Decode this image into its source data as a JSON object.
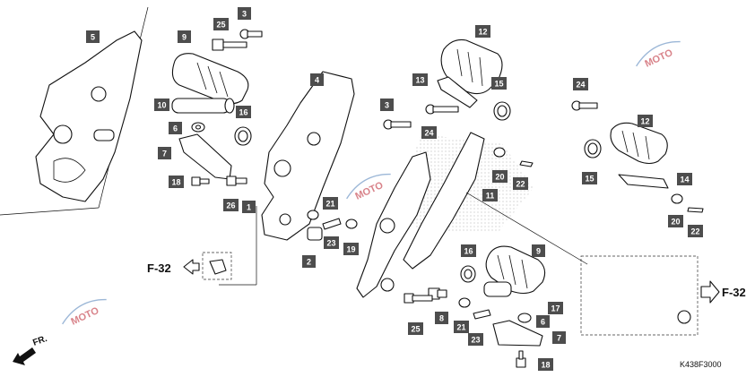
{
  "diagram": {
    "drawing_code": "K438F3000",
    "front_indicator": "FR.",
    "reference_label": "F-32",
    "watermark_text": "MOTO",
    "colors": {
      "callout_fill": "#4d4d4d",
      "callout_text": "#ffffff",
      "line": "#111111",
      "watermark_red": "#b91d2a",
      "watermark_blue": "#3a6fb0"
    },
    "callouts": [
      {
        "id": "c5",
        "label": "5"
      },
      {
        "id": "c9a",
        "label": "9"
      },
      {
        "id": "c25a",
        "label": "25"
      },
      {
        "id": "c3a",
        "label": "3"
      },
      {
        "id": "c4",
        "label": "4"
      },
      {
        "id": "c10",
        "label": "10"
      },
      {
        "id": "c16a",
        "label": "16"
      },
      {
        "id": "c6a",
        "label": "6"
      },
      {
        "id": "c7a",
        "label": "7"
      },
      {
        "id": "c18a",
        "label": "18"
      },
      {
        "id": "c26",
        "label": "26"
      },
      {
        "id": "c1",
        "label": "1"
      },
      {
        "id": "c21a",
        "label": "21"
      },
      {
        "id": "c23a",
        "label": "23"
      },
      {
        "id": "c2",
        "label": "2"
      },
      {
        "id": "c19",
        "label": "19"
      },
      {
        "id": "c12a",
        "label": "12"
      },
      {
        "id": "c13",
        "label": "13"
      },
      {
        "id": "c15a",
        "label": "15"
      },
      {
        "id": "c3b",
        "label": "3"
      },
      {
        "id": "c24a",
        "label": "24"
      },
      {
        "id": "c20a",
        "label": "20"
      },
      {
        "id": "c22a",
        "label": "22"
      },
      {
        "id": "c11",
        "label": "11"
      },
      {
        "id": "c16b",
        "label": "16"
      },
      {
        "id": "c9b",
        "label": "9"
      },
      {
        "id": "c25b",
        "label": "25"
      },
      {
        "id": "c8",
        "label": "8"
      },
      {
        "id": "c21b",
        "label": "21"
      },
      {
        "id": "c23b",
        "label": "23"
      },
      {
        "id": "c17",
        "label": "17"
      },
      {
        "id": "c6b",
        "label": "6"
      },
      {
        "id": "c7b",
        "label": "7"
      },
      {
        "id": "c18b",
        "label": "18"
      },
      {
        "id": "c24b",
        "label": "24"
      },
      {
        "id": "c12b",
        "label": "12"
      },
      {
        "id": "c15b",
        "label": "15"
      },
      {
        "id": "c14",
        "label": "14"
      },
      {
        "id": "c20b",
        "label": "20"
      },
      {
        "id": "c22b",
        "label": "22"
      }
    ]
  }
}
